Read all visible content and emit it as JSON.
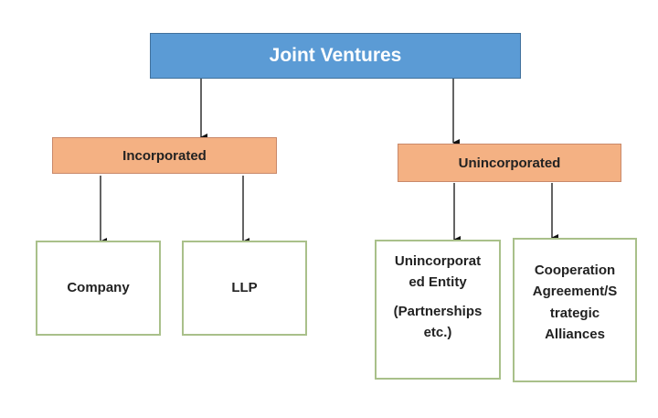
{
  "diagram": {
    "root": {
      "label": "Joint Ventures",
      "color": "#5b9bd5"
    },
    "branches": [
      {
        "label": "Incorporated",
        "color": "#f4b183",
        "children": [
          {
            "label": "Company"
          },
          {
            "label": "LLP"
          }
        ]
      },
      {
        "label": "Unincorporated",
        "color": "#f4b183",
        "children": [
          {
            "lines": [
              "Unincorporat",
              "ed Entity",
              "(Partnerships",
              "etc.)"
            ]
          },
          {
            "lines": [
              "Cooperation",
              "Agreement/S",
              "trategic",
              "Alliances"
            ]
          }
        ]
      }
    ]
  }
}
